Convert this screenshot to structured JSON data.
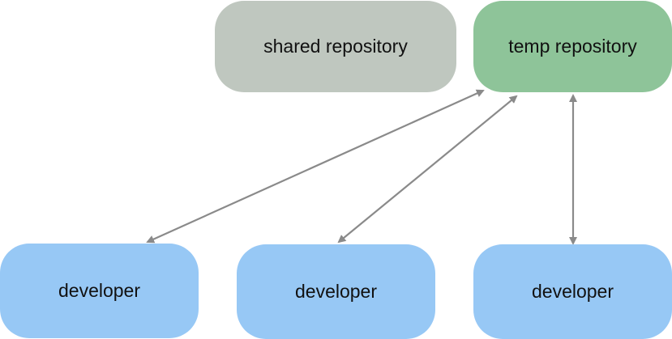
{
  "nodes": {
    "shared_repository": "shared repository",
    "temp_repository": "temp repository",
    "developer_1": "developer",
    "developer_2": "developer",
    "developer_3": "developer"
  },
  "colors": {
    "shared_repository": "#bfc7bf",
    "temp_repository": "#8ec499",
    "developer": "#97c8f5",
    "arrow": "#8a8a8a"
  },
  "edges": [
    {
      "from": "temp_repository",
      "to": "developer_1",
      "direction": "bidirectional"
    },
    {
      "from": "temp_repository",
      "to": "developer_2",
      "direction": "bidirectional"
    },
    {
      "from": "temp_repository",
      "to": "developer_3",
      "direction": "bidirectional"
    }
  ]
}
